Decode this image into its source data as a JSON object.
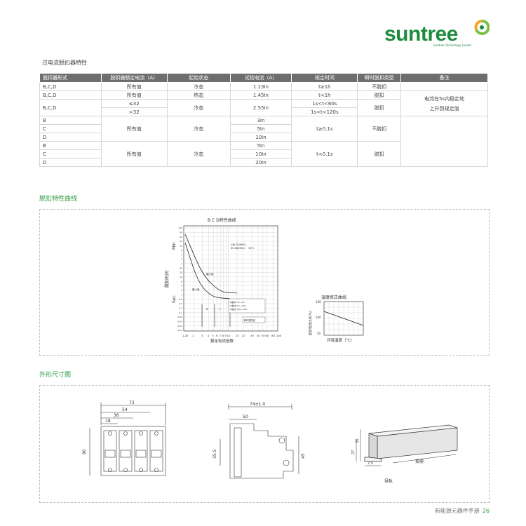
{
  "brand": {
    "name": "suntree",
    "tagline": "Suntree Technology Leader"
  },
  "table_title": "过电流脱扣器特性",
  "table": {
    "headers": [
      "脱扣器形式",
      "脱扣器额定电流（A）",
      "起始状态",
      "试验电流（A）",
      "规定时间",
      "瞬时脱扣类型",
      "备注"
    ],
    "rows": [
      {
        "type": "B,C,D",
        "rated": "所有值",
        "state": "冷态",
        "current": "1.13In",
        "time": "t≥1h",
        "trip": "不脱扣"
      },
      {
        "type": "B,C,D",
        "rated": "所有值",
        "state": "热态",
        "current": "1.45In",
        "time": "t<1h",
        "trip": "脱扣"
      },
      {
        "type": "B,C,D",
        "rated_a": "≤32",
        "rated_b": ">32",
        "state": "冷态",
        "current": "2.55In",
        "time_a": "1s<t<60s",
        "time_b": "1s<t<120s",
        "trip": "脱扣"
      },
      {
        "types": [
          "B",
          "C",
          "D"
        ],
        "rated": "所有值",
        "state": "冷态",
        "currents": [
          "3In",
          "5In",
          "10In"
        ],
        "time": "t≥0.1s",
        "trip": "不脱扣"
      },
      {
        "types": [
          "B",
          "C",
          "D"
        ],
        "rated": "所有值",
        "state": "冷态",
        "currents": [
          "5In",
          "10In",
          "20In"
        ],
        "time": "t<0.1s",
        "trip": "脱扣"
      }
    ],
    "note_line1": "电流在5s内稳定地",
    "note_line2": "上升到规定值"
  },
  "section_curve": "脱扣特性曲线",
  "curve_chart": {
    "title": "B C D特性曲线",
    "ylabel": "脱扣时间",
    "xlabel": "额定电流倍数",
    "min_label": "Min",
    "sec_label": "Sec",
    "std_line1": "GB/T10963.1",
    "std_line2": "IEC60898-1",
    "temp_note": "30℃",
    "cold_label": "最大值",
    "hot_label": "最小值",
    "b_label": "B",
    "c_label": "C",
    "d_label": "D",
    "legend": [
      "B曲线 3In~5In",
      "C曲线 5In~10In",
      "D曲线 10In~20In"
    ],
    "instant_label": "瞬时脱扣区",
    "xticks": [
      "1.25",
      "2",
      "3",
      "4",
      "5",
      "6",
      "7",
      "8",
      "9",
      "10",
      "15",
      "20",
      "30",
      "40",
      "50",
      "60",
      "80",
      "100"
    ],
    "yticks": [
      "120",
      "60",
      "40",
      "20",
      "10",
      "6",
      "4",
      "2",
      "1",
      "40",
      "20",
      "10",
      "6",
      "4",
      "2",
      "1",
      "0.6",
      "0.4",
      "0.2",
      "0.1",
      "0.06",
      "0.04",
      "0.02",
      "0.01"
    ]
  },
  "temp_chart": {
    "title": "温度修正曲线",
    "ylabel": "额定电流比率(%)",
    "xlabel": "环境温度（℃）",
    "yticks": [
      "150",
      "100",
      "50"
    ]
  },
  "section_dims": "外形尺寸图",
  "dims": {
    "front": {
      "w72": "72",
      "w54": "54",
      "w36": "36",
      "w18": "18",
      "h90": "90"
    },
    "side": {
      "w74": "74±1.0",
      "w50": "50",
      "h35": "35.5",
      "h45": "45"
    },
    "rail": {
      "h35": "35",
      "h27": "27",
      "h75": "7.5",
      "label": "按需",
      "caption": "导轨"
    }
  },
  "footer": {
    "text": "新能源元器件手册",
    "page": "26"
  }
}
